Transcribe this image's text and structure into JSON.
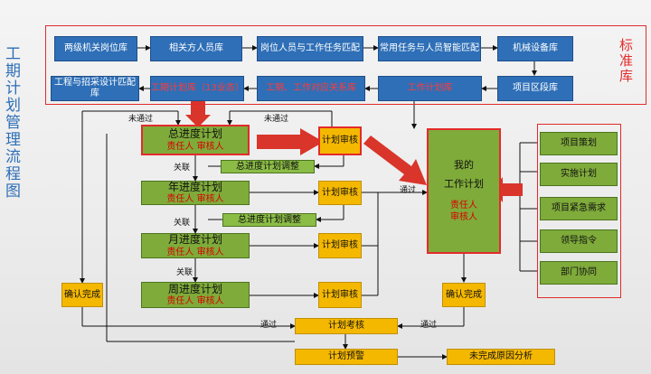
{
  "title_left": "工期计划管理流程图",
  "standard_lib": "标准库",
  "top_row": [
    "两级机关岗位库",
    "相关方人员库",
    "岗位人员与工作任务匹配",
    "常用任务与人员智能匹配",
    "机械设备库"
  ],
  "second_row": [
    "工程与招采设计匹配库",
    "工期计划库（13业态）",
    "工期、工作对应关系库",
    "工作计划库",
    "项目区段库"
  ],
  "plans": {
    "master": {
      "title": "总进度计划",
      "resp": "责任人 审核人"
    },
    "year": {
      "title": "年进度计划",
      "resp": "责任人 审核人"
    },
    "month": {
      "title": "月进度计划",
      "resp": "责任人 审核人"
    },
    "week": {
      "title": "周进度计划",
      "resp": "责任人 审核人"
    }
  },
  "review": "计划审核",
  "adjust": "总进度计划调整",
  "my_plan": {
    "title1": "我的",
    "title2": "工作计划",
    "resp1": "责任人",
    "resp2": "审核人"
  },
  "sources": [
    "项目策划",
    "实施计划",
    "项目紧急需求",
    "领导指令",
    "部门协同"
  ],
  "confirm": "确认完成",
  "assess": "计划考核",
  "warning": "计划预警",
  "analysis": "未完成原因分析",
  "labels": {
    "fail": "未通过",
    "pass": "通过",
    "relate": "关联"
  }
}
